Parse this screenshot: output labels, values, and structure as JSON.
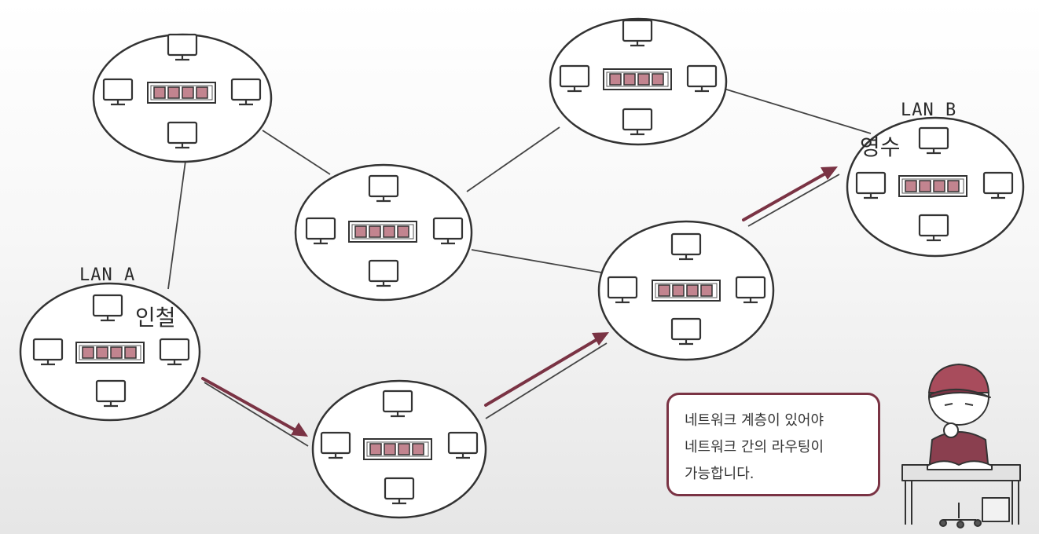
{
  "labels": {
    "lan_a": "LAN A",
    "lan_b": "LAN B",
    "person_a": "인철",
    "person_b": "영수"
  },
  "speech": {
    "line1": "네트워크 계층이 있어야",
    "line2": "네트워크 간의 라우팅이",
    "line3": "가능합니다."
  },
  "colors": {
    "outline": "#333333",
    "accent": "#7a3344",
    "switch_port": "#c2848f"
  },
  "icons": {
    "computer": "monitor-icon",
    "switch": "switch-icon",
    "character": "student-with-cap"
  }
}
